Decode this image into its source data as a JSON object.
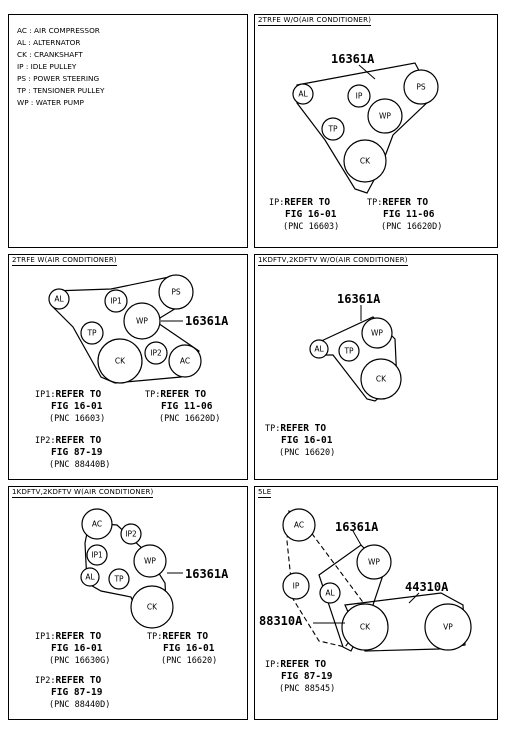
{
  "legend": [
    "AC : AIR COMPRESSOR",
    "AL : ALTERNATOR",
    "CK : CRANKSHAFT",
    "IP : IDLE PULLEY",
    "PS : POWER STEERING",
    "TP : TENSIONER PULLEY",
    "WP : WATER PUMP"
  ],
  "panels": {
    "p1": {
      "title": "2TRFE  W/O(AIR CONDITIONER)",
      "part": "16361A",
      "pulleys": {
        "al": "AL",
        "ip": "IP",
        "ps": "PS",
        "wp": "WP",
        "tp": "TP",
        "ck": "CK"
      },
      "notes": [
        {
          "key": "IP:",
          "refer": "REFER TO",
          "fig": "FIG 16-01",
          "pnc": "(PNC 16603)"
        },
        {
          "key": "TP:",
          "refer": "REFER TO",
          "fig": "FIG 11-06",
          "pnc": "(PNC 16620D)"
        }
      ]
    },
    "p2": {
      "title": "2TRFE  W(AIR CONDITIONER)",
      "part": "16361A",
      "pulleys": {
        "al": "AL",
        "ip1": "IP1",
        "ps": "PS",
        "wp": "WP",
        "tp": "TP",
        "ck": "CK",
        "ip2": "IP2",
        "ac": "AC"
      },
      "notes": [
        {
          "key": "IP1:",
          "refer": "REFER TO",
          "fig": "FIG 16-01",
          "pnc": "(PNC 16603)"
        },
        {
          "key": "TP:",
          "refer": "REFER TO",
          "fig": "FIG 11-06",
          "pnc": "(PNC 16620D)"
        },
        {
          "key": "IP2:",
          "refer": "REFER TO",
          "fig": "FIG 87-19",
          "pnc": "(PNC 88440B)"
        }
      ]
    },
    "p3": {
      "title": "1KDFTV,2KDFTV  W/O(AIR CONDITIONER)",
      "part": "16361A",
      "pulleys": {
        "wp": "WP",
        "al": "AL",
        "tp": "TP",
        "ck": "CK"
      },
      "notes": [
        {
          "key": "TP:",
          "refer": "REFER TO",
          "fig": "FIG 16-01",
          "pnc": "(PNC 16620)"
        }
      ]
    },
    "p4": {
      "title": "1KDFTV,2KDFTV  W(AIR CONDITIONER)",
      "part": "16361A",
      "pulleys": {
        "ac": "AC",
        "ip2": "IP2",
        "ip1": "IP1",
        "wp": "WP",
        "al": "AL",
        "tp": "TP",
        "ck": "CK"
      },
      "notes": [
        {
          "key": "IP1:",
          "refer": "REFER TO",
          "fig": "FIG 16-01",
          "pnc": "(PNC 16630G)"
        },
        {
          "key": "TP:",
          "refer": "REFER TO",
          "fig": "FIG 16-01",
          "pnc": "(PNC 16620)"
        },
        {
          "key": "IP2:",
          "refer": "REFER TO",
          "fig": "FIG 87-19",
          "pnc": "(PNC 88440D)"
        }
      ]
    },
    "p5": {
      "title": "5LE",
      "parts": {
        "belt1": "16361A",
        "belt2": "44310A",
        "belt3": "88310A"
      },
      "pulleys": {
        "ac": "AC",
        "wp": "WP",
        "ip": "IP",
        "al": "AL",
        "ck": "CK",
        "vp": "VP"
      },
      "notes": [
        {
          "key": "IP:",
          "refer": "REFER TO",
          "fig": "FIG 87-19",
          "pnc": "(PNC 88545)"
        }
      ]
    }
  }
}
